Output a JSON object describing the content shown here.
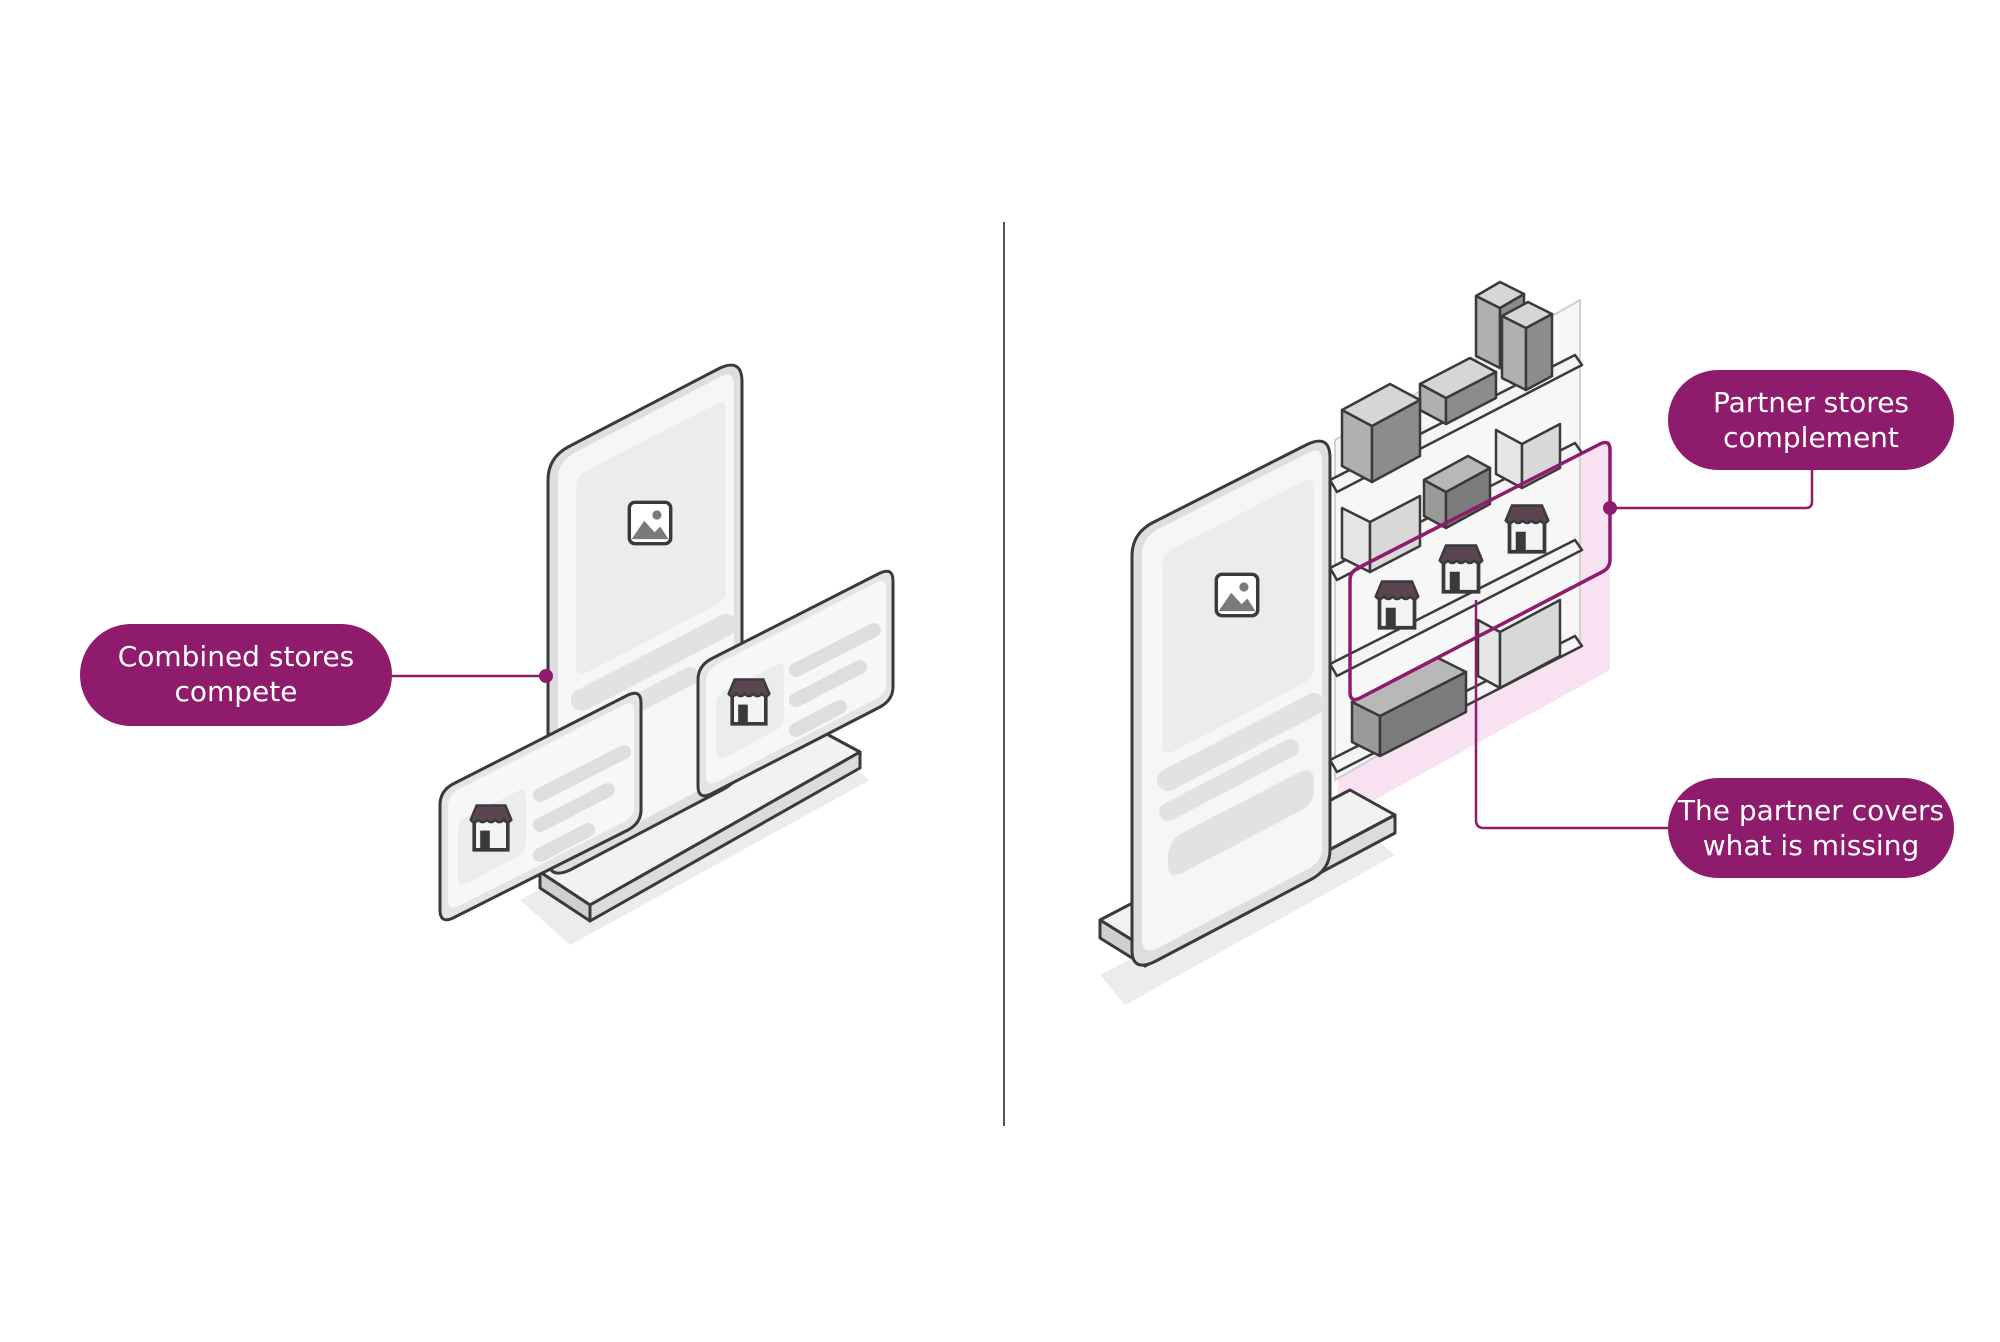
{
  "colors": {
    "accent": "#8e1b6c",
    "accent_tint": "#f5d4ea",
    "outline": "#3a3a3a",
    "panel": "#f1f1f1",
    "panel_dark": "#dcdcdc",
    "shadow": "#ececec",
    "box_dark": "#8c8c8c",
    "box_light": "#e6e6e6",
    "divider": "#555555"
  },
  "icons": {
    "image_placeholder": "image-icon",
    "store": "store-icon"
  },
  "left": {
    "callout": {
      "line1": "Combined stores",
      "line2": "compete"
    }
  },
  "right": {
    "callout_top": {
      "line1": "Partner stores",
      "line2": "complement"
    },
    "callout_bottom": {
      "line1": "The partner covers",
      "line2": "what is missing"
    }
  }
}
